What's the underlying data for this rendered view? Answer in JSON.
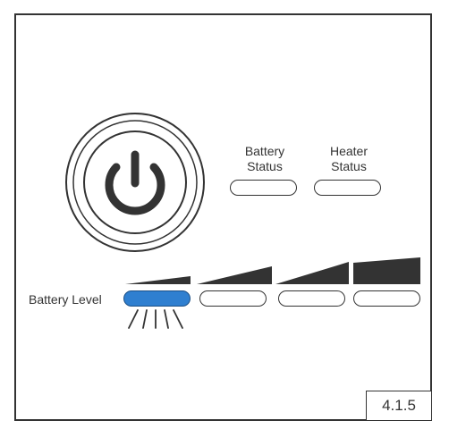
{
  "colors": {
    "outline": "#333333",
    "active_level": "#2f7fd0",
    "background": "#ffffff"
  },
  "power": {
    "icon": "power-icon"
  },
  "battery_status": {
    "label": "Battery\nStatus",
    "state": "off"
  },
  "heater_status": {
    "label": "Heater\nStatus",
    "state": "off"
  },
  "battery_level": {
    "label": "Battery Level",
    "segments": 4,
    "lit_segments": 1,
    "lit_state": "blinking"
  },
  "version_label": "4.1.5"
}
